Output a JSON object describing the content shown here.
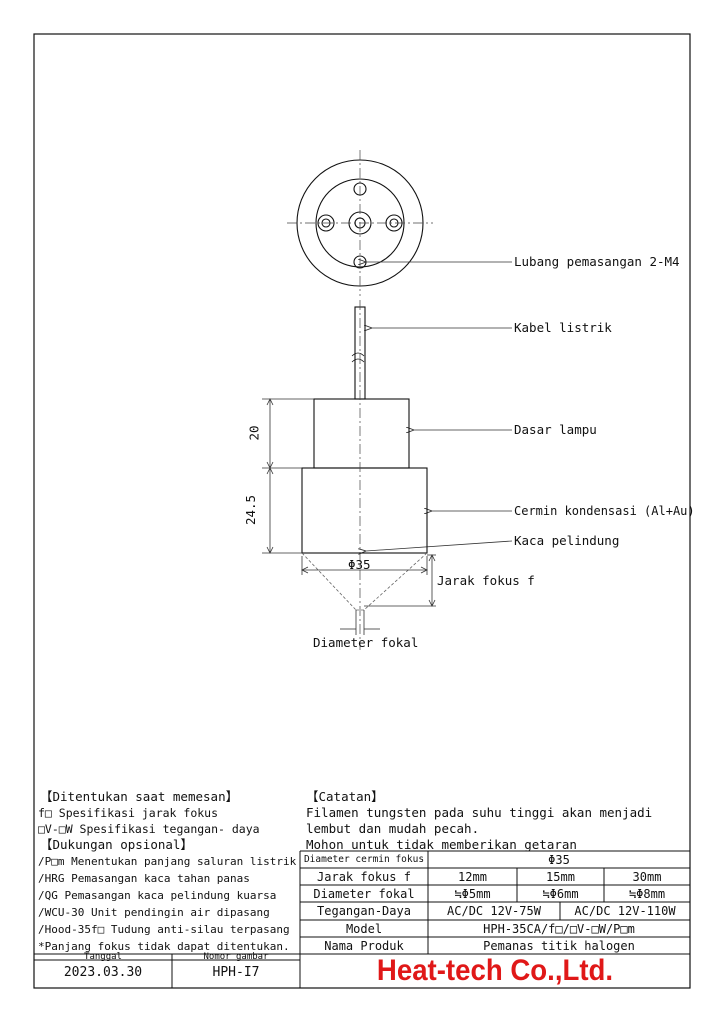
{
  "callouts": {
    "mounting_hole": "Lubang pemasangan 2-M4",
    "cable": "Kabel listrik",
    "lamp_base": "Dasar lampu",
    "mirror": "Cermin kondensasi (Al+Au)",
    "protective_glass": "Kaca pelindung",
    "focal_length": "Jarak fokus f",
    "focal_diameter": "Diameter fokal"
  },
  "dimensions": {
    "base_height": "20",
    "mirror_height": "24.5",
    "diameter": "Φ35"
  },
  "order_notes": {
    "title": "【Ditentukan saat memesan】",
    "lines": [
      "f□ Spesifikasi jarak fokus",
      "□V-□W Spesifikasi tegangan- daya"
    ]
  },
  "options": {
    "title": "【Dukungan opsional】",
    "lines": [
      "/P□m Menentukan panjang saluran listrik",
      "/HRG Pemasangan kaca tahan panas",
      "/QG Pemasangan kaca pelindung kuarsa",
      "/WCU-30 Unit pendingin air dipasang",
      "/Hood-35f□ Tudung anti-silau terpasang",
      "*Panjang fokus tidak dapat ditentukan."
    ]
  },
  "notes": {
    "title": "【Catatan】",
    "lines": [
      "Filamen tungsten pada suhu tinggi akan menjadi",
      "lembut dan mudah pecah.",
      "Mohon untuk tidak memberikan getaran"
    ]
  },
  "spec_table": {
    "mirror_diameter_label": "Diameter cermin fokus",
    "mirror_diameter_value": "Φ35",
    "focal_length_label": "Jarak fokus f",
    "focal_lengths": [
      "12mm",
      "15mm",
      "30mm"
    ],
    "focal_diameter_label": "Diameter fokal",
    "focal_diameters": [
      "≒Φ5mm",
      "≒Φ6mm",
      "≒Φ8mm"
    ],
    "voltage_label": "Tegangan-Daya",
    "voltages": [
      "AC/DC 12V-75W",
      "AC/DC 12V-110W"
    ],
    "model_label": "Model",
    "model_value": "HPH-35CA/f□/□V-□W/P□m",
    "product_label": "Nama Produk",
    "product_value": "Pemanas titik halogen"
  },
  "title_block": {
    "date_label": "Tanggal",
    "date_value": "2023.03.30",
    "drawing_no_label": "Nomor gambar",
    "drawing_no_value": "HPH-I7",
    "company": "Heat-tech Co.,Ltd."
  },
  "colors": {
    "logo": "#e01818",
    "line": "#111111",
    "dim_line": "#555555"
  }
}
